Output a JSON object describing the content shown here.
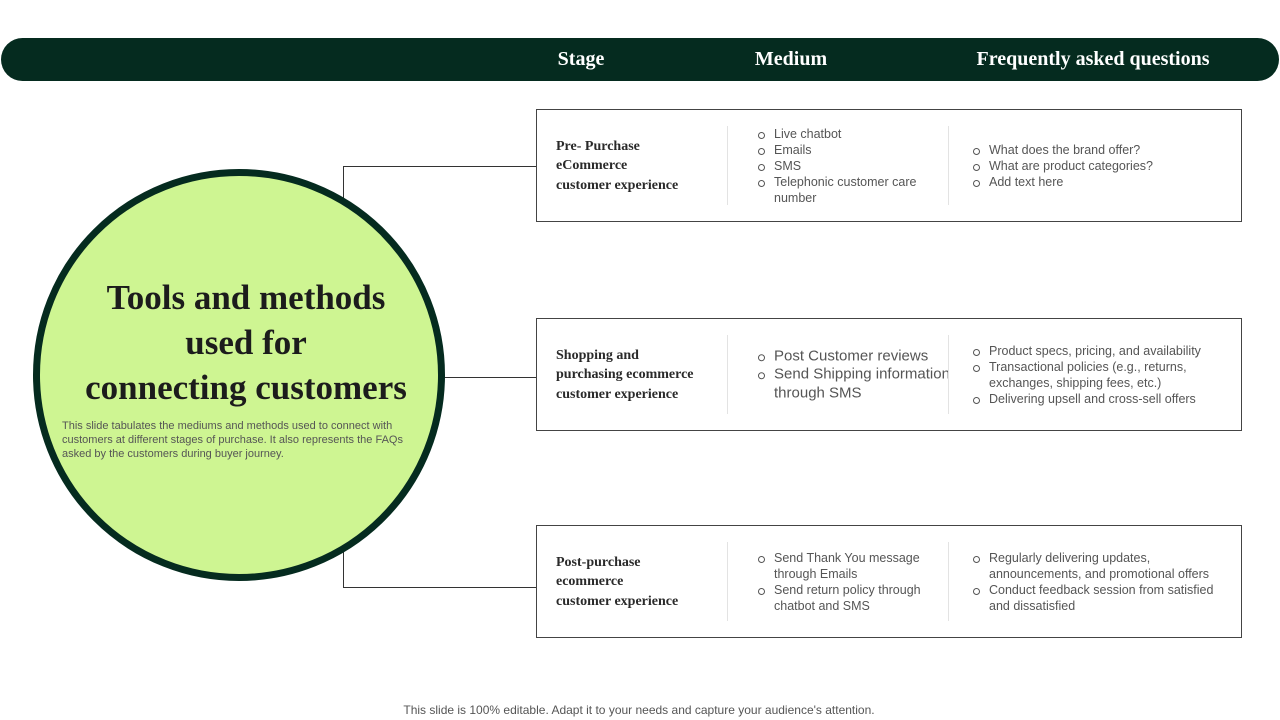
{
  "header": {
    "stage_label": "Stage",
    "medium_label": "Medium",
    "faq_label": "Frequently asked questions"
  },
  "title": {
    "lines": [
      "Tools and methods",
      "used for",
      "connecting customers"
    ]
  },
  "description": "This slide tabulates the mediums and methods used to connect with customers at different stages of purchase. It also represents the FAQs  asked by the customers during buyer journey.",
  "stages": [
    {
      "label_lines": [
        "Pre- Purchase",
        "eCommerce",
        "customer experience"
      ],
      "mediums": [
        "Live chatbot",
        "Emails",
        "SMS",
        "Telephonic customer care number"
      ],
      "faqs": [
        "What does the brand offer?",
        "What are product categories?",
        "Add text here"
      ]
    },
    {
      "label_lines": [
        "Shopping  and",
        "purchasing ecommerce",
        "customer experience"
      ],
      "mediums": [
        "Post Customer reviews",
        "Send Shipping information through SMS"
      ],
      "faqs": [
        "Product specs, pricing, and availability",
        "Transactional policies (e.g., returns, exchanges, shipping fees, etc.)",
        "Delivering  upsell and cross-sell offers"
      ]
    },
    {
      "label_lines": [
        "Post-purchase",
        "ecommerce",
        "customer experience"
      ],
      "mediums": [
        "Send Thank You message through Emails",
        "Send return  policy through chatbot and SMS"
      ],
      "faqs": [
        "Regularly delivering updates, announcements, and promotional offers",
        "Conduct feedback session from satisfied and dissatisfied"
      ]
    }
  ],
  "footer": "This slide is 100% editable. Adapt it to your needs and capture your audience's attention.",
  "colors": {
    "header_bg": "#052b1f",
    "circle_fill": "#cef592",
    "circle_border": "#052b1f"
  }
}
